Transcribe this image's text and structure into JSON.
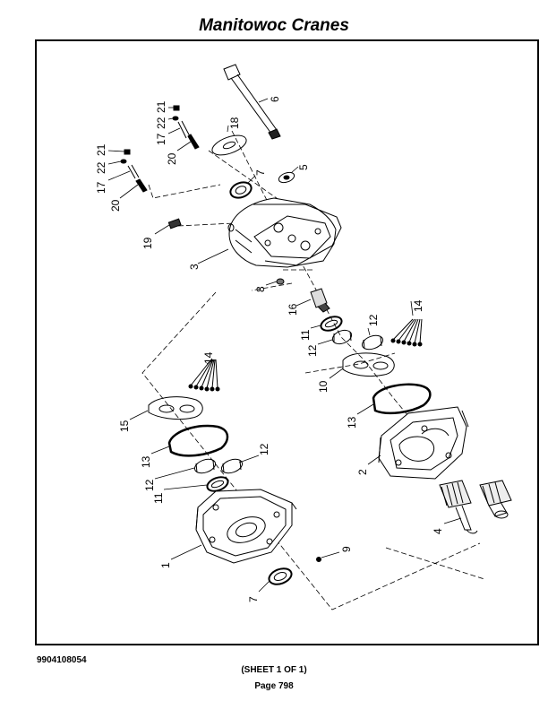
{
  "header": {
    "title": "Manitowoc Cranes"
  },
  "footer": {
    "doc_number": "9904108054",
    "sheet": "(SHEET 1 OF 1)",
    "page": "Page 798"
  },
  "callouts": {
    "c1": "1",
    "c2": "2",
    "c3": "3",
    "c4": "4",
    "c5": "5",
    "c6": "6",
    "c7a": "7",
    "c7b": "7",
    "c8": "8",
    "c9": "9",
    "c10": "10",
    "c11a": "11",
    "c11b": "11",
    "c12a": "12",
    "c12b": "12",
    "c12c": "12",
    "c12d": "12",
    "c13a": "13",
    "c13b": "13",
    "c14a": "14",
    "c14b": "14",
    "c15": "15",
    "c16": "16",
    "c17a": "17",
    "c17b": "17",
    "c18": "18",
    "c19": "19",
    "c20a": "20",
    "c20b": "20",
    "c21a": "21",
    "c21b": "21",
    "c22a": "22",
    "c22b": "22"
  }
}
